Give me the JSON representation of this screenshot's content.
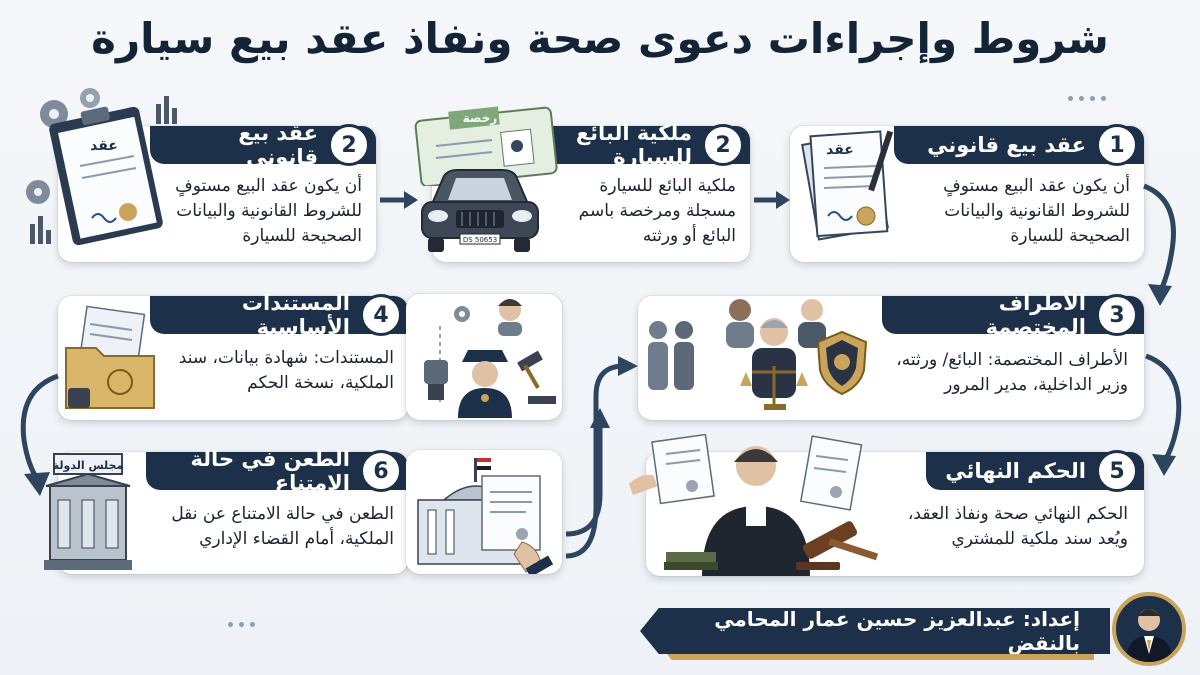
{
  "title": "شروط وإجراءات دعوى صحة ونفاذ عقد بيع سيارة",
  "cards": {
    "c1": {
      "number": "1",
      "heading": "عقد بيع قانوني",
      "text": "أن يكون عقد البيع مستوفٍ للشروط القانونية والبيانات الصحيحة للسيارة"
    },
    "c2a": {
      "number": "2",
      "heading": "ملكية البائع للسيارة",
      "text": "ملكية البائع للسيارة مسجلة ومرخصة باسم البائع أو ورثته"
    },
    "c2b": {
      "number": "2",
      "heading": "عقد بيع قانوني",
      "text": "أن يكون عقد البيع مستوفٍ للشروط القانونية والبيانات الصحيحة للسيارة"
    },
    "c3": {
      "number": "3",
      "heading": "الأطراف المختصمة",
      "text": "الأطراف المختصمة: البائع/ ورثته، وزير الداخلية، مدير المرور"
    },
    "c4": {
      "number": "4",
      "heading": "المستندات الأساسية",
      "text": "المستندات: شهادة بيانات، سند الملكية، نسخة الحكم"
    },
    "c5": {
      "number": "5",
      "heading": "الحكم النهائي",
      "text": "الحكم النهائي صحة ونفاذ العقد، ويُعد سند ملكية للمشتري"
    },
    "c6": {
      "number": "6",
      "heading": "الطعن في حالة الامتناع",
      "text": "الطعن في حالة الامتناع عن نقل الملكية، أمام القضاء الإداري"
    }
  },
  "illustrations": {
    "contract_label": "عقد",
    "license_label": "رخصة",
    "plate_label": "DS 50653",
    "council_label": "مجلس الدولة"
  },
  "footer": {
    "text": "إعداد: عبدالعزيز حسين عمار المحامي بالنقض"
  },
  "colors": {
    "navy": "#1d3049",
    "gold": "#c9a45a",
    "arrow": "#2e4560",
    "card": "#ffffff"
  },
  "icons": [
    "contract-icon",
    "car-icon",
    "license-icon",
    "people-icon",
    "judge-icon",
    "police-badge-icon",
    "folder-icon",
    "stamp-icon",
    "officer-icon",
    "gavel-icon",
    "building-icon",
    "document-hand-icon",
    "gear-icon"
  ]
}
